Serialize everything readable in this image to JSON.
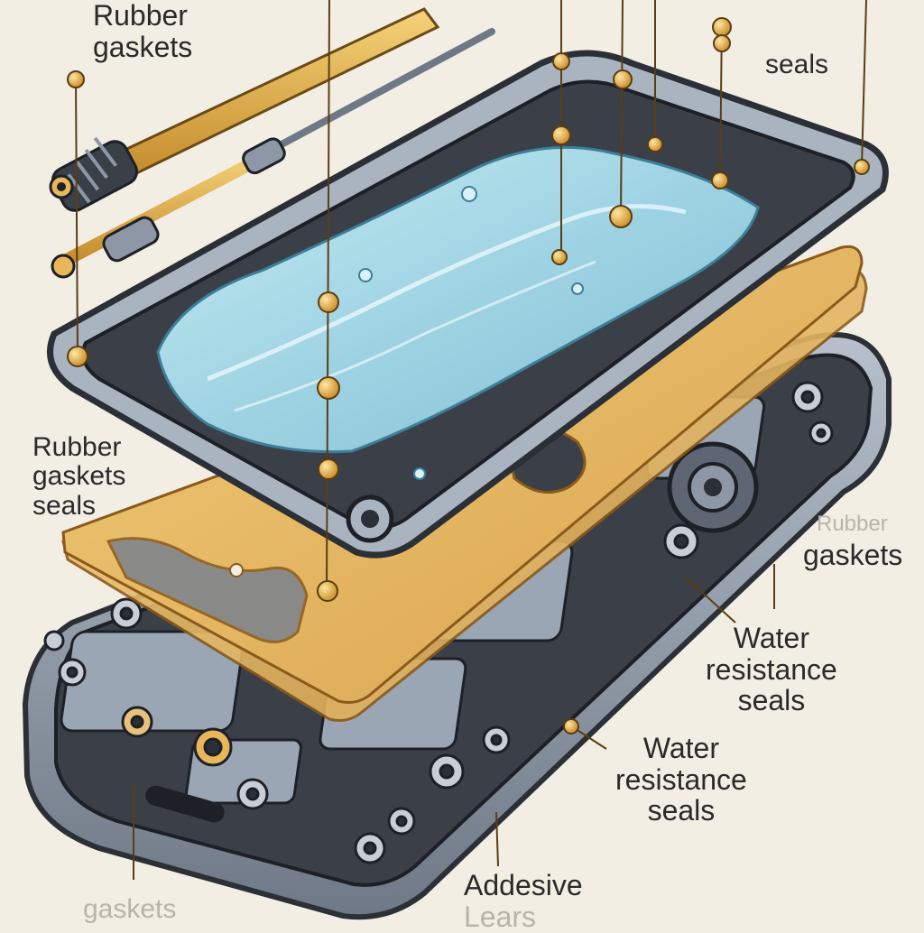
{
  "labels": {
    "rubber_gaskets_top": [
      "Rubber",
      "gaskets"
    ],
    "seals_top": "seals",
    "rubber_gaskets_seals_left": [
      "Rubber",
      "gaskets",
      "seals"
    ],
    "rubber_faded_right": "Rubber",
    "gaskets_right": "gaskets",
    "water_resistance_seals_right": [
      "Water",
      "resistance",
      "seals"
    ],
    "water_resistance_seals_lower": [
      "Water",
      "resistance",
      "seals"
    ],
    "adhesive": "Addesive",
    "adhesive_second_line_faded": "Lears",
    "gaskets_faded_bottom": "gaskets"
  },
  "colors": {
    "background": "#f3eee4",
    "water": "#a9d8e6",
    "gold_gasket": "#e8b75a",
    "frame_outline": "#2b2f36",
    "frame_metal": "#8d97a6",
    "pin_gold": "#e0a43a"
  },
  "icons": [
    "screw-icon",
    "connector-pin-icon",
    "spring-cable-icon"
  ]
}
